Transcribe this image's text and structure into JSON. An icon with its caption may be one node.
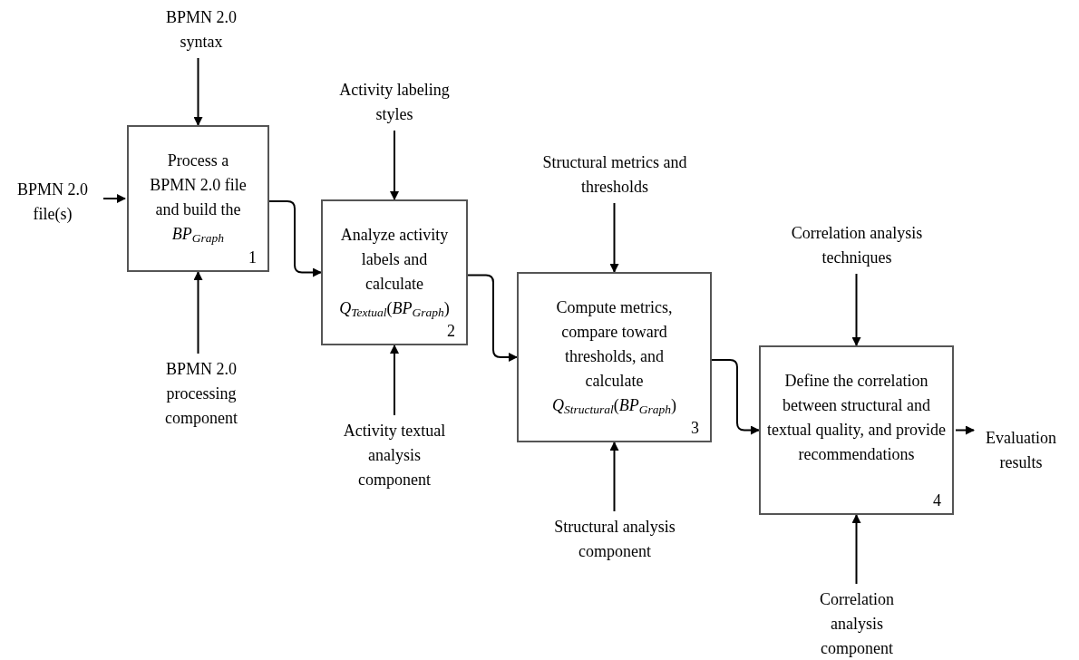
{
  "diagram": {
    "nodes": [
      {
        "text": [
          "Process a BPMN 2.0 file and build the *BP*$_{Graph}$",
          "1"
        ]
      },
      {
        "text": [
          "Analyze activity labels and calculate *Q*$_{Textual}$(*BP*$_{Graph}$)",
          "2"
        ]
      },
      {
        "text": [
          "Compute metrics, compare toward thresholds, and calculate *Q*$_{Structural}$(*BP*$_{Graph}$)",
          "3"
        ]
      },
      {
        "text": [
          "Define the correlation between structural and textual quality, and provide recommendations",
          "4"
        ]
      },
      {
        "text": [
          "BPMN 2.0 syntax"
        ]
      },
      {
        "text": [
          "BPMN 2.0 file(s)"
        ]
      },
      {
        "text": [
          "BPMN 2.0 processing component"
        ]
      },
      {
        "text": [
          "Activity labeling styles"
        ]
      },
      {
        "text": [
          "Activity textual analysis component"
        ]
      },
      {
        "text": [
          "Structural metrics and thresholds"
        ]
      },
      {
        "text": [
          "Structural analysis component"
        ]
      },
      {
        "text": [
          "Correlation analysis techniques"
        ]
      },
      {
        "text": [
          "Correlation analysis component"
        ]
      },
      {
        "text": [
          "Evaluation results"
        ]
      }
    ],
    "edges": [
      {
        "from": 4,
        "to": 0,
        "arrow": "to"
      },
      {
        "from": 5,
        "to": 0,
        "arrow": "to"
      },
      {
        "from": 6,
        "to": 0,
        "arrow": "to"
      },
      {
        "from": 0,
        "to": 1,
        "arrow": "to"
      },
      {
        "from": 7,
        "to": 1,
        "arrow": "to"
      },
      {
        "from": 8,
        "to": 1,
        "arrow": "to"
      },
      {
        "from": 1,
        "to": 2,
        "arrow": "to"
      },
      {
        "from": 9,
        "to": 2,
        "arrow": "to"
      },
      {
        "from": 10,
        "to": 2,
        "arrow": "to"
      },
      {
        "from": 2,
        "to": 3,
        "arrow": "to"
      },
      {
        "from": 11,
        "to": 3,
        "arrow": "to"
      },
      {
        "from": 12,
        "to": 3,
        "arrow": "to"
      },
      {
        "from": 3,
        "to": 13,
        "arrow": "to"
      }
    ]
  }
}
